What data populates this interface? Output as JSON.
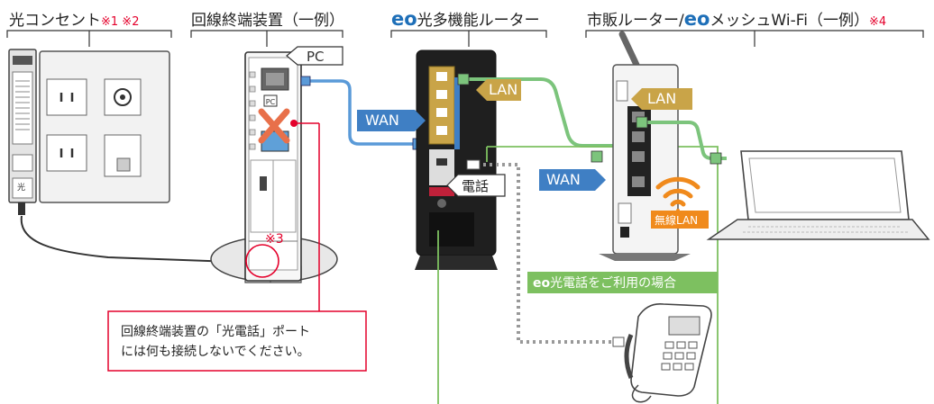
{
  "headers": {
    "outlet": "光コンセント",
    "outlet_notes": "※1 ※2",
    "ont": "回線終端装置（一例）",
    "router_brand": "eo",
    "router": "光多機能ルーター",
    "retail_prefix": "市販ルーター/",
    "retail_brand": "eo",
    "retail_suffix": "メッシュWi-Fi（一例）",
    "retail_note": "※4"
  },
  "labels": {
    "pc": "PC",
    "wan_left": "WAN",
    "lan_router": "LAN",
    "lan_retail": "LAN",
    "wan_right": "WAN",
    "wireless_lan": "無線LAN",
    "phone": "電話",
    "note3": "※3",
    "eo_phone_brand": "eo",
    "eo_phone": "光電話をご利用の場合",
    "outlet_hikari": "光"
  },
  "warning": {
    "line1": "回線終端装置の「光電話」ポート",
    "line2": "には何も接続しないでください。"
  },
  "colors": {
    "wan_blue": "#3f7fc4",
    "lan_gold": "#c9a448",
    "green_cable": "#7cc47c",
    "green_panel": "#7dc060",
    "wifi_orange": "#f08a1c",
    "alert_red": "#e4002b",
    "eo_blue": "#1e6fb8"
  },
  "icons": {
    "wifi": "wifi-icon",
    "cross": "x-mark-icon",
    "telephone": "telephone-icon",
    "laptop": "laptop-icon"
  }
}
